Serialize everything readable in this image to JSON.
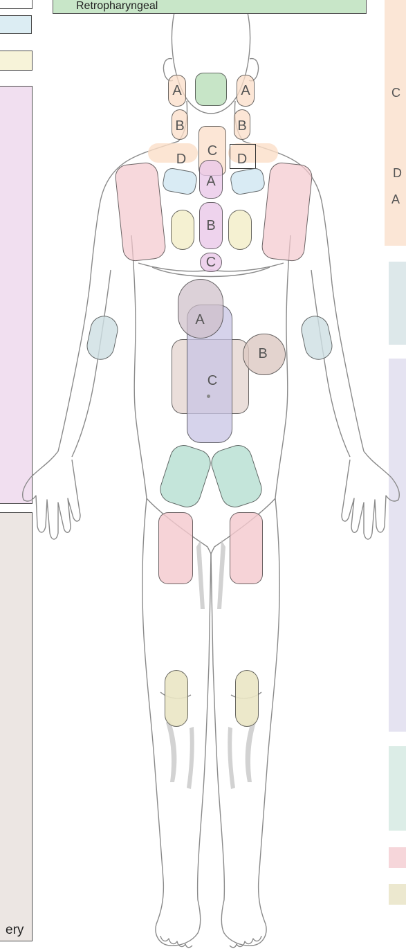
{
  "header": {
    "retropharyngeal_label": "Retropharyngeal"
  },
  "left_panel": {
    "bottom_text": "ery"
  },
  "regions": {
    "neck_left_a": "A",
    "neck_right_a": "A",
    "neck_left_b": "B",
    "neck_right_b": "B",
    "neck_center_c": "C",
    "supraclav_left_d": "D",
    "supraclav_right_d": "D",
    "mediastinal_a": "A",
    "mediastinal_b": "B",
    "mediastinal_c": "C",
    "abdominal_a": "A",
    "abdominal_b": "B",
    "abdominal_c": "C"
  },
  "right_panel": {
    "letter_c": "C",
    "letter_d": "D",
    "letter_a": "A"
  },
  "colors": {
    "peach": "#fbe6d6",
    "green": "#c8e6c8",
    "blue": "#dcedf3",
    "yellow": "#f7f3d9",
    "purple": "#f1dff0",
    "taupe": "#ece6e3",
    "red": "#f6d6da",
    "teal": "#dcede7",
    "lavender": "#e5e3f1",
    "slate": "#dde8ea"
  }
}
